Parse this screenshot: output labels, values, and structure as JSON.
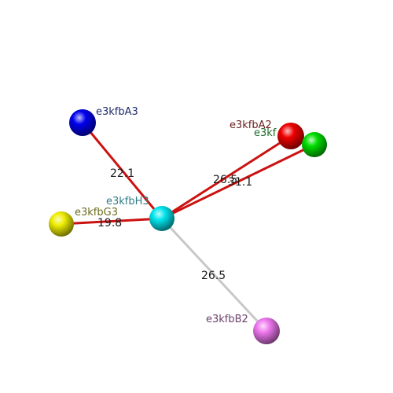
{
  "nodes": [
    {
      "id": "H3",
      "label": "e3kfbH3",
      "color": "#00e5ee",
      "label_color": "#2e7b84"
    },
    {
      "id": "A3",
      "label": "e3kfbA3",
      "color": "#0000ee",
      "label_color": "#1f2a6b"
    },
    {
      "id": "A2",
      "label": "e3kfbA2",
      "color": "#ee0000",
      "label_color": "#6b1f1f"
    },
    {
      "id": "F",
      "label": "e3kf",
      "color": "#00dd00",
      "label_color": "#1f6b2a"
    },
    {
      "id": "G3",
      "label": "e3kfbG3",
      "color": "#eeee00",
      "label_color": "#6b6b1f"
    },
    {
      "id": "B2",
      "label": "e3kfbB2",
      "color": "#ee77ee",
      "label_color": "#6b3f6b"
    }
  ],
  "edges": [
    {
      "from": "H3",
      "to": "A3",
      "label": "22.1",
      "color": "#cc1111"
    },
    {
      "from": "H3",
      "to": "G3",
      "label": "19.8",
      "color": "#cc1111"
    },
    {
      "from": "H3",
      "to": "A2",
      "label": "26.5",
      "color": "#cc1111"
    },
    {
      "from": "H3",
      "to": "F",
      "label": "31.1",
      "color": "#cc1111"
    },
    {
      "from": "H3",
      "to": "B2",
      "label": "26.5",
      "color": "#c8c8c8"
    }
  ]
}
